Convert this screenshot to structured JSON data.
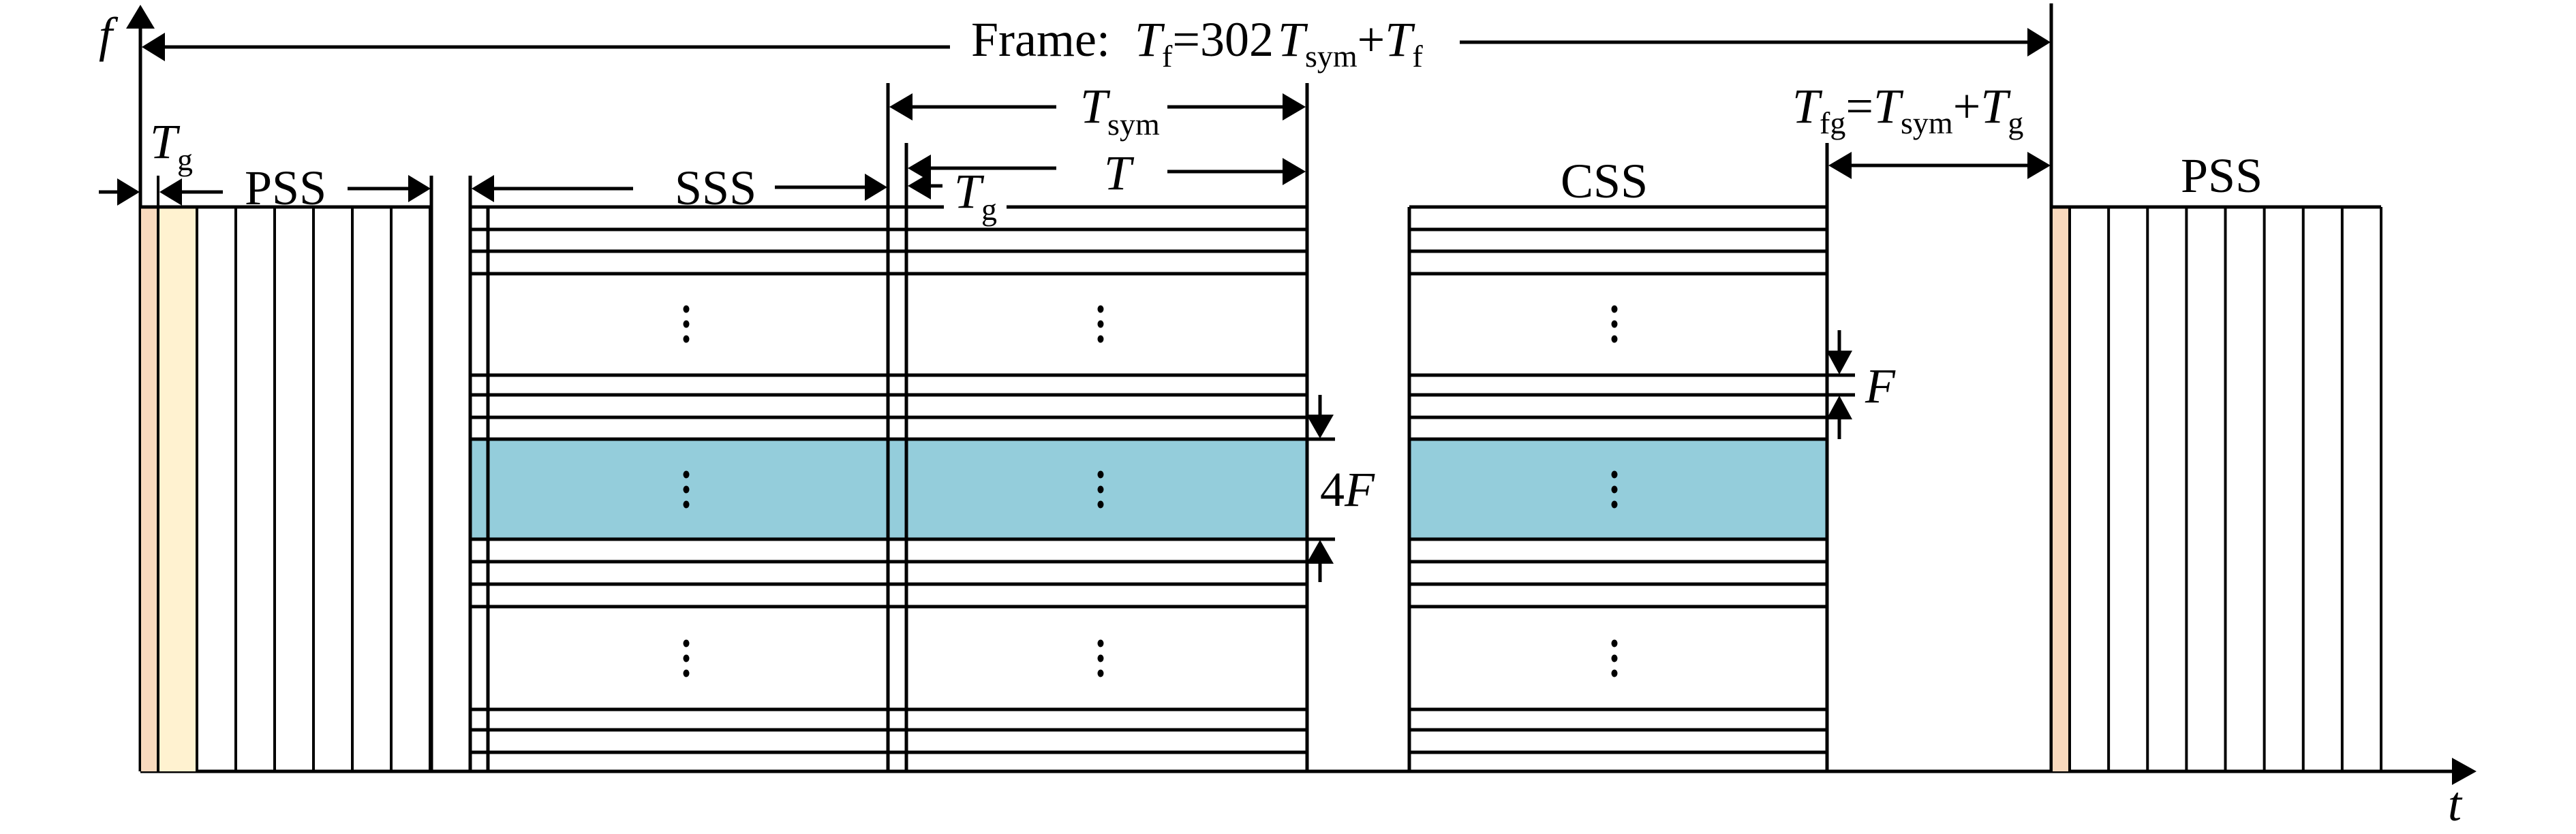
{
  "axes": {
    "y_label": "f",
    "x_label": "t"
  },
  "frame": {
    "prefix": "Frame:",
    "formula": {
      "T": "T",
      "f_sub": "f",
      "eq": "=",
      "count": "302",
      "sym_T": "T",
      "sym_sub": "sym",
      "plus": "+",
      "tail_T": "T",
      "tail_sub": "f"
    }
  },
  "blocks": {
    "pss_left": {
      "label": "PSS",
      "symbol_columns": 6
    },
    "sss": {
      "label": "SSS"
    },
    "css": {
      "label": "CSS"
    },
    "pss_right": {
      "label": "PSS",
      "symbol_columns": 8
    }
  },
  "annotations": {
    "tg_left": {
      "T": "T",
      "sub": "g"
    },
    "tsym": {
      "T": "T",
      "sub": "sym"
    },
    "t_body": {
      "T": "T"
    },
    "tg_mid": {
      "T": "T",
      "sub": "g"
    },
    "tfg": {
      "T": "T",
      "sub": "fg",
      "eq": "=",
      "sym_T": "T",
      "sym_sub": "sym",
      "plus": "+",
      "g_T": "T",
      "g_sub": "g"
    },
    "band_4f": {
      "coef": "4",
      "F": "F"
    },
    "subcarrier_f": {
      "F": "F"
    }
  },
  "ellipsis": "⋮",
  "colors": {
    "guard_orange": "#f9d9bd",
    "guard_yellow": "#fff2d0",
    "highlight_band": "#94cddb",
    "line": "#000000"
  }
}
